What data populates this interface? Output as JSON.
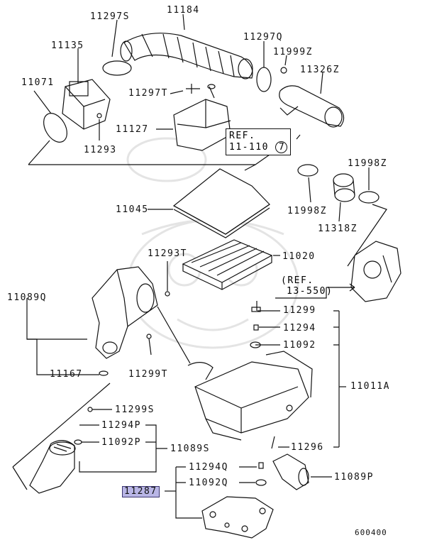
{
  "diagram": {
    "labels": {
      "p11184": "11184",
      "p11297S": "11297S",
      "p11135": "11135",
      "p11297Q": "11297Q",
      "p11999Z": "11999Z",
      "p11326Z": "11326Z",
      "p11071": "11071",
      "p11297T": "11297T",
      "p11127": "11127",
      "p11293a": "11293",
      "p11998Za": "11998Z",
      "p11045": "11045",
      "p11998Zb": "11998Z",
      "p11318Z": "11318Z",
      "p11293T": "11293T",
      "p11020": "11020",
      "p11089Q": "11089Q",
      "p11299": "11299",
      "p11294": "11294",
      "p11092": "11092",
      "p11167": "11167",
      "p11299T": "11299T",
      "p11011A": "11011A",
      "p11299S": "11299S",
      "p11294P": "11294P",
      "p11092P": "11092P",
      "p11089S": "11089S",
      "p11296": "11296",
      "p11294Q": "11294Q",
      "p11092Q": "11092Q",
      "p11089P": "11089P",
      "p11287": "11287"
    },
    "ref1": {
      "line1": "REF.",
      "line2": "11-110",
      "circle": "7"
    },
    "ref2": {
      "line1": "(REF.",
      "line2": "13-550)"
    },
    "diagram_id": "600400",
    "highlight_color": "#b9b6e6"
  }
}
